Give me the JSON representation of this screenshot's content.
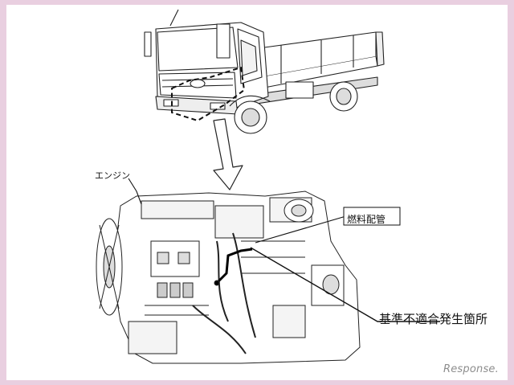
{
  "labels": {
    "engine": "エンジン",
    "fuel_pipe": "燃料配管",
    "nonconformity_location": "基準不適合発生箇所"
  },
  "watermark": "Response."
}
